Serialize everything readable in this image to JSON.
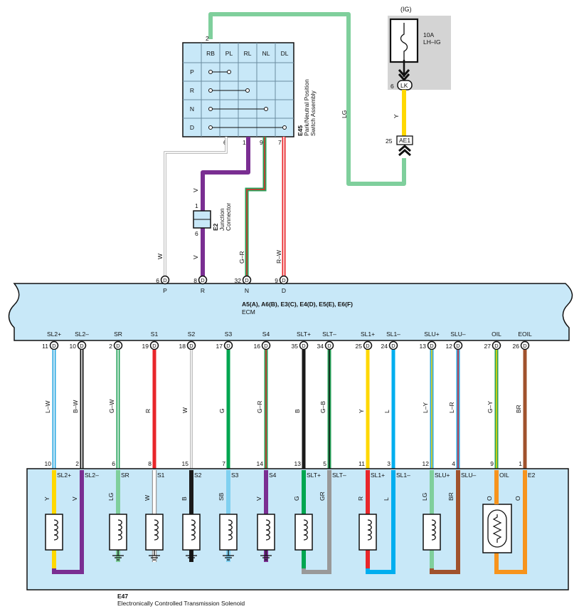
{
  "fuse": {
    "group": "(IG)",
    "rating": "10A",
    "name": "LH–IG",
    "lk_pin": "6",
    "lk_label": "LK",
    "ae_pin": "25",
    "ae_label": "AE1"
  },
  "wires_top": {
    "lg": "LG",
    "y": "Y",
    "w": "W",
    "v1": "V",
    "v2": "V",
    "gr": "G–R",
    "rw": "R–W"
  },
  "pnp": {
    "code": "E45",
    "name_line1": "Park/Neutral Position",
    "name_line2": "Switch Assembly",
    "top_pin": "2",
    "cols": [
      "RB",
      "PL",
      "RL",
      "NL",
      "DL"
    ],
    "rows": [
      "P",
      "R",
      "N",
      "D"
    ],
    "bottom_pins": [
      "6",
      "1",
      "9",
      "7"
    ],
    "colors": {
      "bg": "#c8e8f8",
      "grid": "#6a8ca0"
    }
  },
  "junction": {
    "code": "E2",
    "name_line1": "Junction",
    "name_line2": "Connector",
    "pin_top": "1",
    "pin_bottom": "6"
  },
  "ecm": {
    "title": "A5(A), A6(B), E3(C), E4(D), E5(E), E6(F)",
    "name": "ECM",
    "top_terms": [
      {
        "pin": "6",
        "tag": "D",
        "label": "P"
      },
      {
        "pin": "8",
        "tag": "D",
        "label": "R"
      },
      {
        "pin": "32",
        "tag": "D",
        "label": "N"
      },
      {
        "pin": "9",
        "tag": "D",
        "label": "D"
      }
    ],
    "bottom_terms": [
      {
        "name": "SL2+",
        "pin": "11",
        "tag": "D"
      },
      {
        "name": "SL2–",
        "pin": "10",
        "tag": "D"
      },
      {
        "name": "SR",
        "pin": "2",
        "tag": "D"
      },
      {
        "name": "S1",
        "pin": "19",
        "tag": "D"
      },
      {
        "name": "S2",
        "pin": "18",
        "tag": "D"
      },
      {
        "name": "S3",
        "pin": "17",
        "tag": "D"
      },
      {
        "name": "S4",
        "pin": "16",
        "tag": "D"
      },
      {
        "name": "SLT+",
        "pin": "35",
        "tag": "D"
      },
      {
        "name": "SLT–",
        "pin": "34",
        "tag": "D"
      },
      {
        "name": "SL1+",
        "pin": "25",
        "tag": "D"
      },
      {
        "name": "SL1–",
        "pin": "24",
        "tag": "D"
      },
      {
        "name": "SLU+",
        "pin": "13",
        "tag": "D"
      },
      {
        "name": "SLU–",
        "pin": "12",
        "tag": "D"
      },
      {
        "name": "OIL",
        "pin": "27",
        "tag": "D"
      },
      {
        "name": "EOIL",
        "pin": "26",
        "tag": "D"
      }
    ],
    "colors": {
      "bg": "#c8e8f8"
    }
  },
  "mid_wires": [
    "L–W",
    "B–W",
    "G–W",
    "R",
    "W",
    "G",
    "G–R",
    "B",
    "G–B",
    "Y",
    "L",
    "L–Y",
    "L–R",
    "G–Y",
    "BR"
  ],
  "solenoid": {
    "code": "E47",
    "name": "Electronically Controlled Transmission Solenoid",
    "pins": [
      {
        "pin": "10",
        "label": "SL2+"
      },
      {
        "pin": "2",
        "label": "SL2–"
      },
      {
        "pin": "6",
        "label": "SR"
      },
      {
        "pin": "8",
        "label": "S1"
      },
      {
        "pin": "15",
        "label": "S2"
      },
      {
        "pin": "7",
        "label": "S3"
      },
      {
        "pin": "14",
        "label": "S4"
      },
      {
        "pin": "13",
        "label": "SLT+"
      },
      {
        "pin": "5",
        "label": "SLT–"
      },
      {
        "pin": "11",
        "label": "SL1+"
      },
      {
        "pin": "3",
        "label": "SL1–"
      },
      {
        "pin": "12",
        "label": "SLU+"
      },
      {
        "pin": "4",
        "label": "SLU–"
      },
      {
        "pin": "9",
        "label": "OIL"
      },
      {
        "pin": "1",
        "label": "E2"
      }
    ],
    "inner_wires": [
      "Y",
      "V",
      "LG",
      "W",
      "B",
      "SB",
      "V",
      "G",
      "GR",
      "R",
      "L",
      "LG",
      "BR",
      "O",
      "O"
    ],
    "colors": {
      "bg": "#c8e8f8"
    }
  }
}
